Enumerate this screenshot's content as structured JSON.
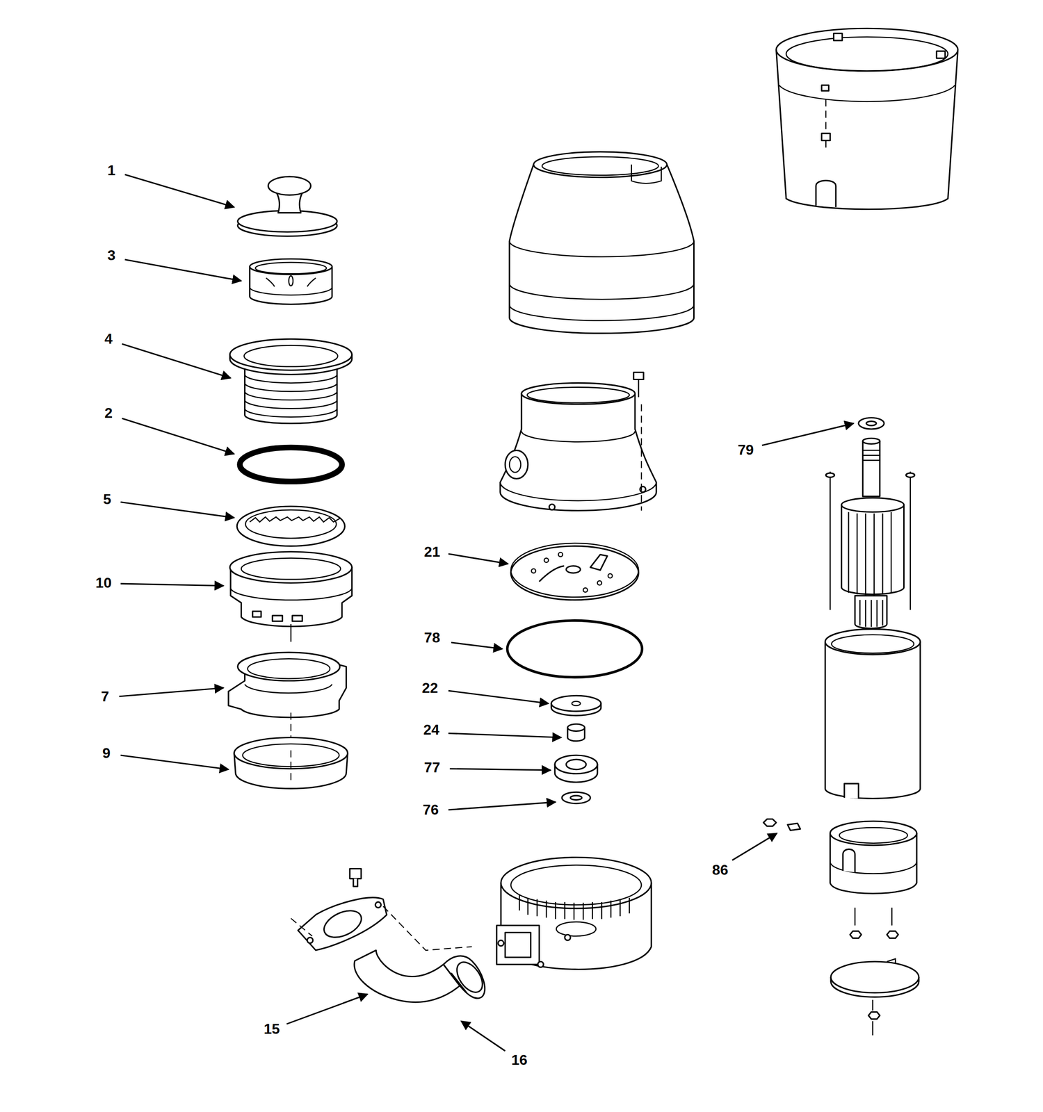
{
  "diagram": {
    "labels": [
      "1",
      "3",
      "4",
      "2",
      "5",
      "10",
      "7",
      "9",
      "21",
      "78",
      "22",
      "24",
      "77",
      "76",
      "79",
      "86",
      "15",
      "16"
    ]
  }
}
